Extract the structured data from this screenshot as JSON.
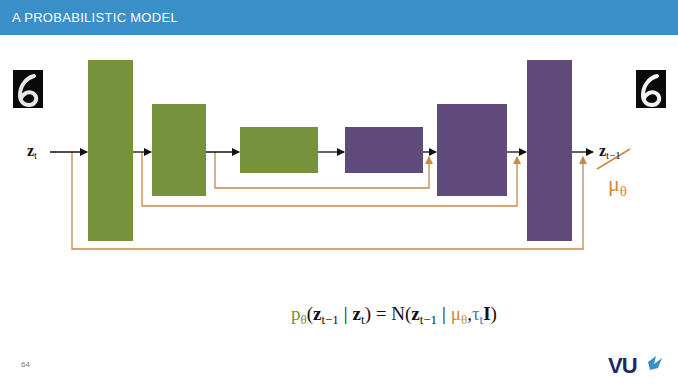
{
  "diagram": {
    "title": "A PROBABILISTIC MODEL",
    "labels": [
      "z",
      "t",
      "z",
      "t−1",
      "μ",
      "θ",
      "p",
      "θ",
      "(",
      "z",
      "t−1",
      "|",
      "z",
      "t",
      ") = N(",
      "z",
      "t−1",
      "|",
      "μ",
      "θ",
      ",",
      "τ",
      "t",
      "I",
      ")",
      "64",
      "VU"
    ]
  }
}
